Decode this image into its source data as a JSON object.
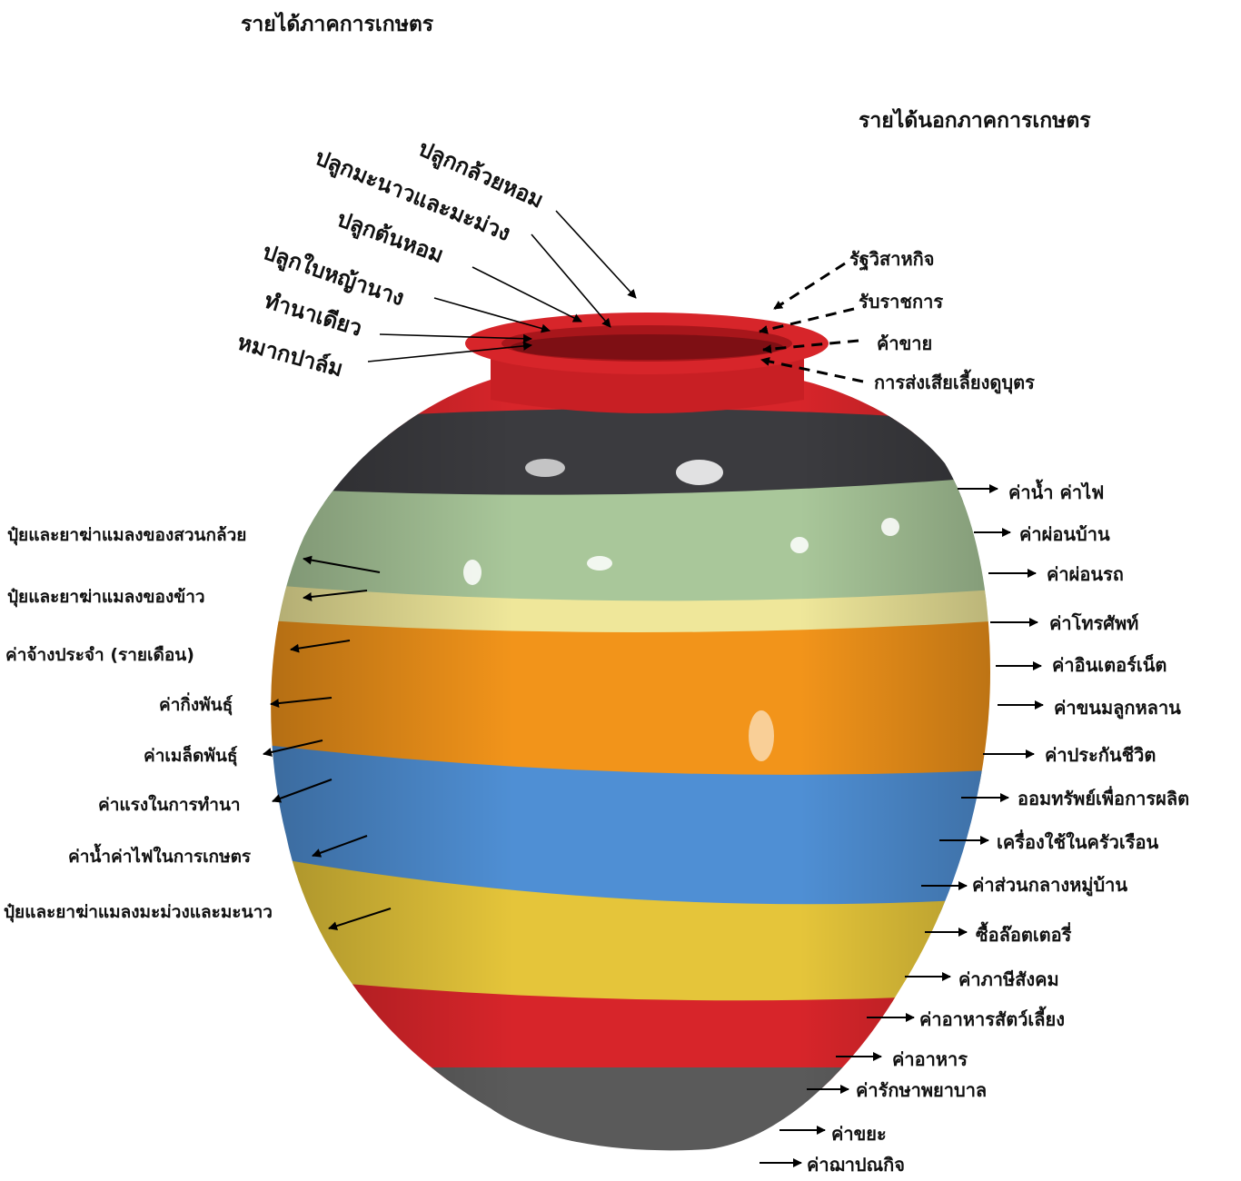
{
  "title_left": "รายได้ภาคการเกษตร",
  "title_right": "รายได้นอกภาคการเกษตร",
  "farm_income": [
    "ปลูกกล้วยหอม",
    "ปลูกมะนาวและมะม่วง",
    "ปลูกต้นหอม",
    "ปลูกใบหญ้านาง",
    "ทำนาเดียว",
    "หมากปาล์ม"
  ],
  "nonfarm_income": [
    "รัฐวิสาหกิจ",
    "รับราชการ",
    "ค้าขาย",
    "การส่งเสียเลี้ยงดูบุตร"
  ],
  "farm_expenses": [
    "ปุ๋ยและยาฆ่าแมลงของสวนกล้วย",
    "ปุ๋ยและยาฆ่าแมลงของข้าว",
    "ค่าจ้างประจำ (รายเดือน)",
    "ค่ากิ่งพันธุ์",
    "ค่าเมล็ดพันธุ์",
    "ค่าแรงในการทำนา",
    "ค่าน้ำค่าไฟในการเกษตร",
    "ปุ๋ยและยาฆ่าแมลงมะม่วงและมะนาว"
  ],
  "household_expenses": [
    "ค่าน้ำ ค่าไฟ",
    "ค่าผ่อนบ้าน",
    "ค่าผ่อนรถ",
    "ค่าโทรศัพท์",
    "ค่าอินเตอร์เน็ต",
    "ค่าขนมลูกหลาน",
    "ค่าประกันชีวิต",
    "ออมทรัพย์เพื่อการผลิต",
    "เครื่องใช้ในครัวเรือน",
    "ค่าส่วนกลางหมู่บ้าน",
    "ซื้อล๊อตเตอรี่",
    "ค่าภาษีสังคม",
    "ค่าอาหารสัตว์เลี้ยง",
    "ค่าอาหาร",
    "ค่ารักษาพยาบาล",
    "ค่าขยะ",
    "ค่าฌาปณกิจ"
  ],
  "colors": {
    "red": "#d7252a",
    "black": "#3b3b3f",
    "green": "#a9c79a",
    "orange": "#f2941a",
    "blue": "#4f8fd4",
    "yellow": "#e5c53a",
    "gray": "#5a5a5a"
  }
}
